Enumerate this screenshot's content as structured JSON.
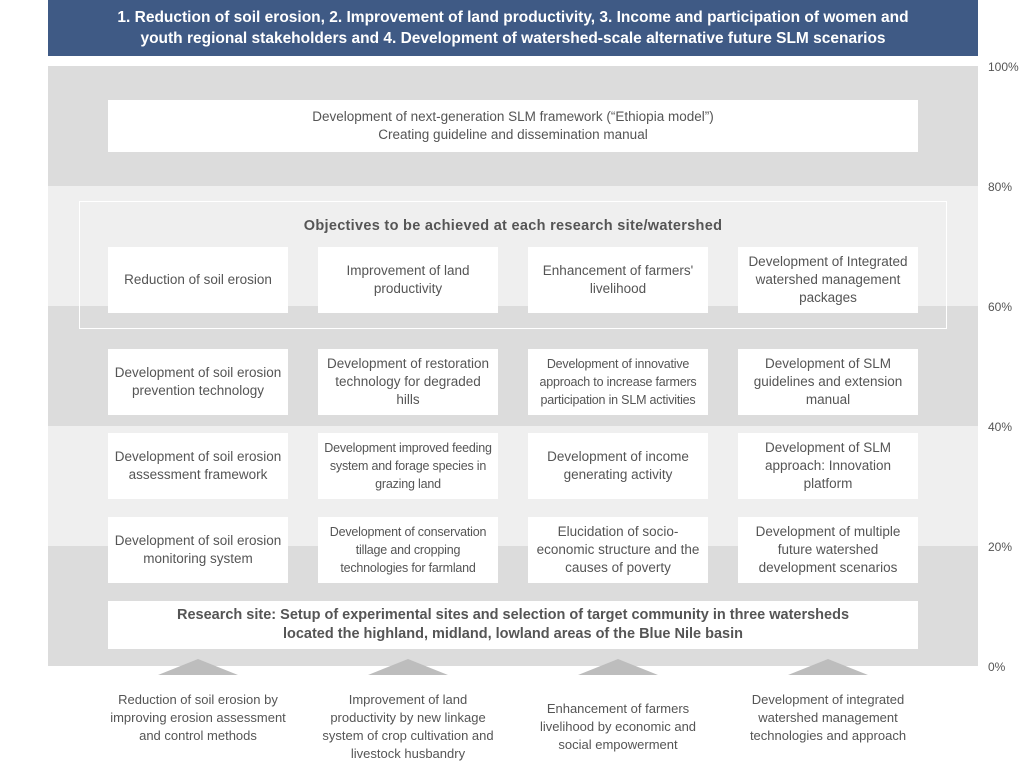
{
  "banner": {
    "line1": "1. Reduction of soil erosion, 2. Improvement of land productivity, 3. Income and participation of women and",
    "line2": "youth regional stakeholders and 4. Development of watershed-scale alternative future SLM scenarios"
  },
  "scale": {
    "labels": [
      "100%",
      "80%",
      "60%",
      "40%",
      "20%",
      "0%"
    ]
  },
  "top_box": {
    "line1": "Development of next-generation SLM framework (“Ethiopia model”)",
    "line2": "Creating  guideline and dissemination manual"
  },
  "objectives": {
    "title": "Objectives to be achieved at each research site/watershed",
    "items": [
      "Reduction of soil erosion",
      "Improvement of land productivity",
      "Enhancement of farmers' livelihood",
      "Development of Integrated watershed management packages"
    ]
  },
  "rows": [
    [
      "Development of soil erosion prevention technology",
      "Development of restoration technology for degraded hills",
      "Development of innovative approach to increase farmers participation in SLM activities",
      "Development of SLM guidelines and extension manual"
    ],
    [
      "Development of soil erosion assessment framework",
      "Development improved feeding system and forage species in grazing land",
      "Development of income generating activity",
      "Development of SLM approach: Innovation platform"
    ],
    [
      "Development of soil erosion monitoring system",
      "Development of conservation tillage and cropping technologies for farmland",
      "Elucidation of socio-economic structure and the causes of poverty",
      "Development of multiple future watershed development scenarios"
    ]
  ],
  "research_site": {
    "line1": "Research site: Setup of experimental sites and selection of target community in three watersheds",
    "line2": "located the highland, midland, lowland areas of the Blue Nile basin"
  },
  "bottom": [
    "Reduction of soil erosion by improving erosion assessment and control methods",
    "Improvement of land productivity by new linkage system of crop cultivation and livestock husbandry",
    "Enhancement of farmers livelihood by economic and social empowerment",
    "Development of integrated watershed management technologies and approach"
  ],
  "colors": {
    "banner_bg": "#3f5a85",
    "band_dark": "#dcdcdc",
    "band_light": "#efefef",
    "arrow": "#bdbdbd"
  }
}
